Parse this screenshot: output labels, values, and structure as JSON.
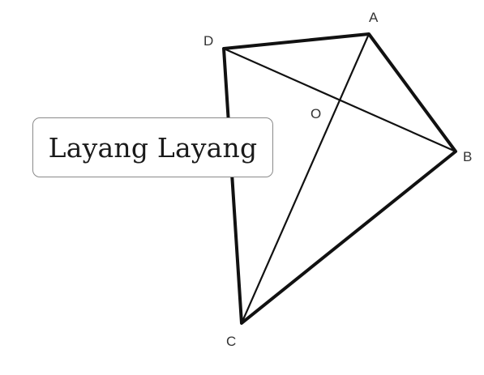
{
  "title": "Layang Layang",
  "vertices": {
    "A": "A",
    "B": "B",
    "C": "C",
    "D": "D",
    "O": "O"
  },
  "colors": {
    "stroke": "#111111",
    "label": "#333333",
    "box_border": "#8a8a8a",
    "background": "#ffffff"
  }
}
